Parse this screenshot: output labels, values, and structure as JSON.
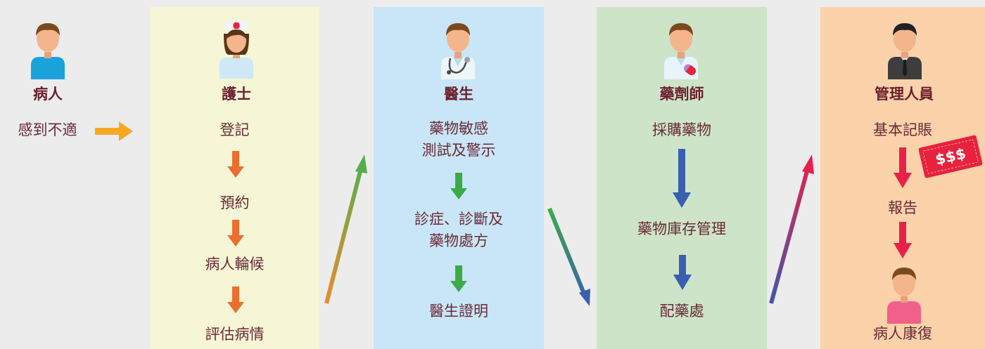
{
  "colors": {
    "nurse_bg": "#f6f6d6",
    "doctor_bg": "#c8e6f7",
    "pharmacist_bg": "#cde4c9",
    "admin_bg": "#fbd2aa",
    "orange": "#ec6d2d",
    "green": "#3aab47",
    "blue": "#3a5fae",
    "pink": "#e8214a",
    "yellow": "#f7a823"
  },
  "patient": {
    "role": "病人",
    "step": "感到不適",
    "icon": "patient-icon"
  },
  "nurse": {
    "role": "護士",
    "icon": "nurse-icon",
    "steps": [
      "登記",
      "預約",
      "病人輪候",
      "評估病情"
    ]
  },
  "doctor": {
    "role": "醫生",
    "icon": "doctor-icon",
    "steps": [
      {
        "l1": "藥物敏感",
        "l2": "測試及警示"
      },
      {
        "l1": "診症、診斷及",
        "l2": "藥物處方"
      },
      {
        "l1": "醫生證明",
        "l2": ""
      }
    ]
  },
  "pharmacist": {
    "role": "藥劑師",
    "icon": "pharmacist-icon",
    "steps": [
      "採購藥物",
      "藥物庫存管理",
      "配藥處"
    ]
  },
  "admin": {
    "role": "管理人員",
    "icon": "manager-icon",
    "steps": [
      "基本記賬",
      "報告",
      "病人康復"
    ],
    "badge": "$$$",
    "recovered_icon": "recovered-patient-icon"
  }
}
